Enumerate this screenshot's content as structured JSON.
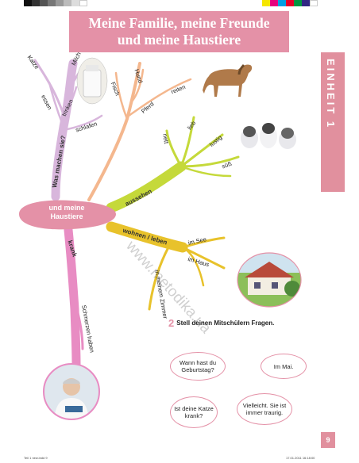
{
  "title": {
    "line1": "Meine Familie, meine Freunde",
    "line2": "und meine Haustiere"
  },
  "unit_tab": "EINHEIT 1",
  "hub": "und meine Haustiere",
  "branches": {
    "was_machen_sie": {
      "label": "Was machen sie?",
      "items": [
        "Katze",
        "Milch",
        "essen",
        "trinken",
        "schlafen"
      ]
    },
    "fisch": {
      "items": [
        "Fisch",
        "Hund",
        "Pferd",
        "reiten"
      ]
    },
    "aussehen": {
      "label": "aussehen",
      "items": [
        "nett",
        "lieb",
        "lustig",
        "süß"
      ]
    },
    "wohnen": {
      "label": "wohnen / leben",
      "items": [
        "im See",
        "im Haus",
        "in meinem Zimmer"
      ]
    },
    "krank": {
      "label": "krank",
      "items": [
        "Schmerzen haben"
      ]
    }
  },
  "task": {
    "number": "2",
    "text": "Stell deinen Mitschülern Fragen."
  },
  "bubbles": [
    "Wann hast du Geburtstag?",
    "Im Mai.",
    "Ist deine Katze krank?",
    "Vielleicht. Sie ist immer traurig."
  ],
  "watermark": "www.metodika.ua",
  "page_number": "9",
  "footer": {
    "left": "Teil 1 new.indd   9",
    "right": "17.01.2011   16:18:00"
  },
  "colors": {
    "pink": "#e491a7",
    "lilac": "#d8b6dc",
    "orange": "#f4b78e",
    "lime": "#c5d93a",
    "yellow": "#e8c22b",
    "magenta": "#e88cc3"
  },
  "icons": [
    "milk-photo",
    "horse-photo",
    "puppies-photo",
    "house-photo",
    "doctor-photo"
  ]
}
